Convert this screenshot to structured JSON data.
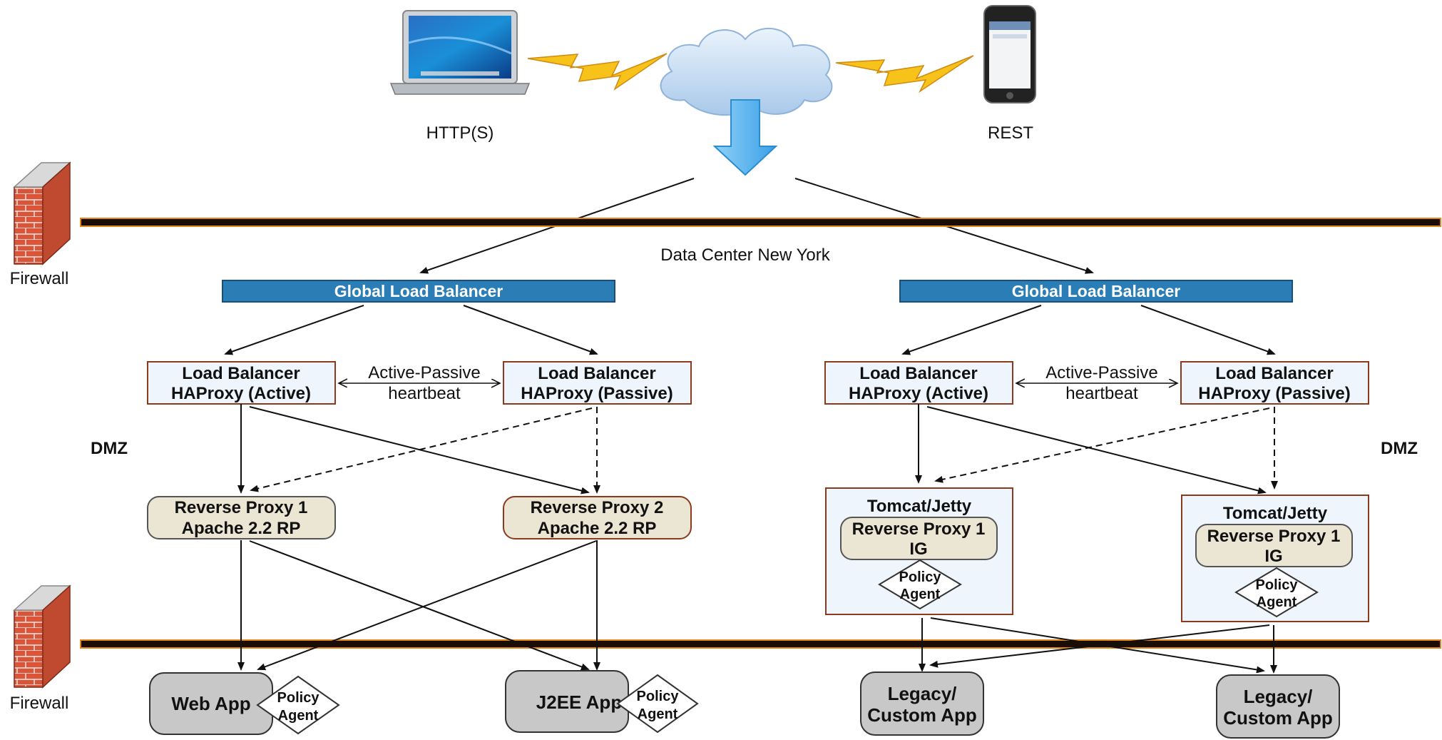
{
  "colors": {
    "glb_fill": "#2a7db5",
    "lb_fill": "#eef5fc",
    "lb_border": "#8b3a1e",
    "rp_fill": "#ebe5d4",
    "app_fill": "#c8c8c8",
    "firewall_bar": "#1a0d05",
    "firewall_bar_edge": "#e0841c",
    "brick": "#d9553a",
    "bolt": "#f7c21a",
    "cloud": "#cfe3f7",
    "arrow_blue": "#5ab4ee"
  },
  "internet": {
    "laptop_label": "HTTP(S)",
    "phone_label": "REST",
    "laptop_icon": "laptop-icon",
    "phone_icon": "smartphone-icon",
    "cloud_icon": "cloud-icon"
  },
  "firewall": {
    "top_label": "Firewall",
    "bottom_label": "Firewall",
    "icon": "brick-wall-icon"
  },
  "datacenter": {
    "title": "Data Center New York"
  },
  "zones": {
    "left_label": "DMZ",
    "right_label": "DMZ"
  },
  "left": {
    "glb": "Global Load Balancer",
    "lb_active": [
      "Load Balancer",
      "HAProxy (Active)"
    ],
    "lb_passive": [
      "Load Balancer",
      "HAProxy (Passive)"
    ],
    "heartbeat": [
      "Active-Passive",
      "heartbeat"
    ],
    "rp1": [
      "Reverse Proxy 1",
      "Apache 2.2 RP"
    ],
    "rp2": [
      "Reverse Proxy 2",
      "Apache 2.2 RP"
    ],
    "app1": "Web App",
    "app2": "J2EE App",
    "agent": [
      "Policy",
      "Agent"
    ]
  },
  "right": {
    "glb": "Global Load Balancer",
    "lb_active": [
      "Load Balancer",
      "HAProxy (Active)"
    ],
    "lb_passive": [
      "Load Balancer",
      "HAProxy (Passive)"
    ],
    "heartbeat": [
      "Active-Passive",
      "heartbeat"
    ],
    "container_title": "Tomcat/Jetty",
    "ig": [
      "Reverse Proxy 1",
      "IG"
    ],
    "agent": [
      "Policy",
      "Agent"
    ],
    "app": [
      "Legacy/",
      "Custom App"
    ]
  }
}
